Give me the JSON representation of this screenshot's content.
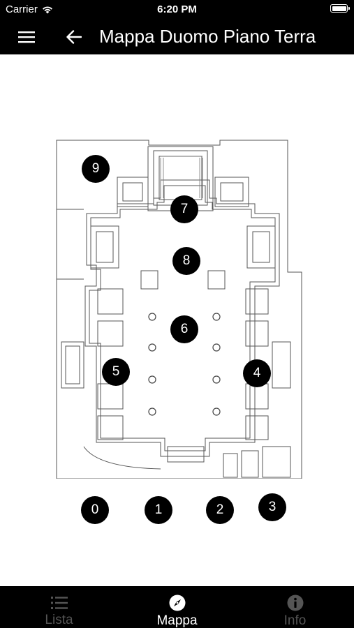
{
  "status_bar": {
    "carrier": "Carrier",
    "time": "6:20 PM"
  },
  "nav_bar": {
    "title": "Mappa Duomo Piano Terra"
  },
  "map": {
    "markers": [
      {
        "label": "9"
      },
      {
        "label": "7"
      },
      {
        "label": "8"
      },
      {
        "label": "6"
      },
      {
        "label": "5"
      },
      {
        "label": "4"
      },
      {
        "label": "0"
      },
      {
        "label": "1"
      },
      {
        "label": "2"
      },
      {
        "label": "3"
      }
    ]
  },
  "tab_bar": {
    "tabs": [
      {
        "label": "Lista",
        "icon": "list-icon",
        "active": false
      },
      {
        "label": "Mappa",
        "icon": "compass-icon",
        "active": true
      },
      {
        "label": "Info",
        "icon": "info-icon",
        "active": false
      }
    ]
  },
  "colors": {
    "bar_background": "#000000",
    "active_tab": "#ffffff",
    "inactive_tab": "#555555",
    "marker_fill": "#000000",
    "content_background": "#ffffff"
  }
}
